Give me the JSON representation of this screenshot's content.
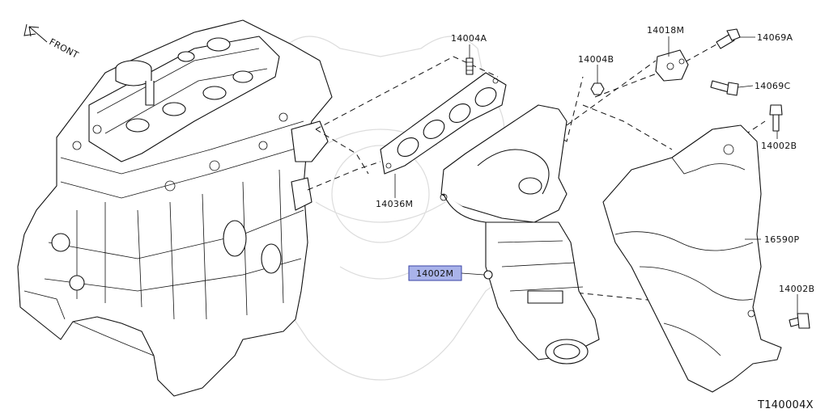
{
  "front_label": "FRONT",
  "diagram_code": "T140004X",
  "callouts": [
    {
      "id": "stud",
      "text": "14004A"
    },
    {
      "id": "nut",
      "text": "14004B"
    },
    {
      "id": "bracket",
      "text": "14018M"
    },
    {
      "id": "bolt-a",
      "text": "14069A"
    },
    {
      "id": "bolt-c",
      "text": "14069C"
    },
    {
      "id": "bolt-b-top",
      "text": "14002B"
    },
    {
      "id": "gasket",
      "text": "14036M"
    },
    {
      "id": "heat-shield",
      "text": "16590P"
    },
    {
      "id": "manifold",
      "text": "14002M"
    },
    {
      "id": "bolt-b-bottom",
      "text": "14002B"
    }
  ],
  "colors": {
    "line": "#111111",
    "highlight_fill": "#a9b3ea",
    "highlight_stroke": "#3a43a6",
    "watermark": "#dcdcdc"
  }
}
